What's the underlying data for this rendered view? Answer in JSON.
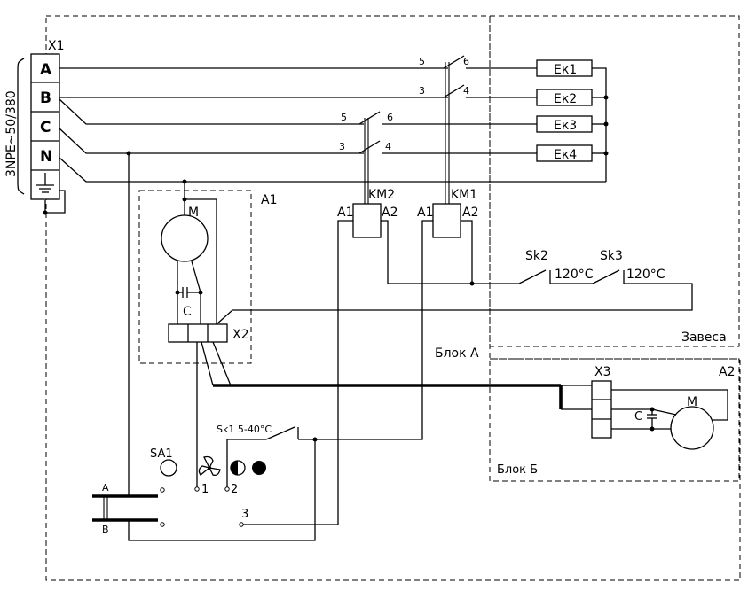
{
  "terminal_block": {
    "label": "X1",
    "supply_label": "3NPE~50/380",
    "terminals": [
      "A",
      "B",
      "C",
      "N"
    ]
  },
  "contacts": {
    "km1_upper": {
      "left": "5",
      "right": "6"
    },
    "km1_lower": {
      "left": "3",
      "right": "4"
    },
    "km2_upper": {
      "left": "5",
      "right": "6"
    },
    "km2_lower": {
      "left": "3",
      "right": "4"
    }
  },
  "heaters": [
    "Ек1",
    "Ек2",
    "Ек3",
    "Ек4"
  ],
  "relays": [
    {
      "name": "KM2",
      "a1": "A1",
      "a2": "A2"
    },
    {
      "name": "KM1",
      "a1": "A1",
      "a2": "A2"
    }
  ],
  "thermostats": [
    {
      "name": "Sk2",
      "temp": "120°C"
    },
    {
      "name": "Sk3",
      "temp": "120°C"
    }
  ],
  "module_a1": {
    "label": "A1",
    "motor": "M",
    "capacitor": "C",
    "connector": "X2"
  },
  "module_a2": {
    "label": "A2",
    "motor": "M",
    "capacitor": "C",
    "connector": "X3"
  },
  "regions": {
    "curtain": "Завеса",
    "block_a": "Блок А",
    "block_b": "Блок Б"
  },
  "controls": {
    "sk1": "Sk1 5-40°C",
    "sa1": "SA1",
    "switch_pole_a": "A",
    "switch_pole_b": "B",
    "pos1": "1",
    "pos2": "2",
    "pos3": "3"
  },
  "icons": [
    "ground-icon",
    "fan-icon",
    "half-circle-icon",
    "filled-circle-icon"
  ]
}
